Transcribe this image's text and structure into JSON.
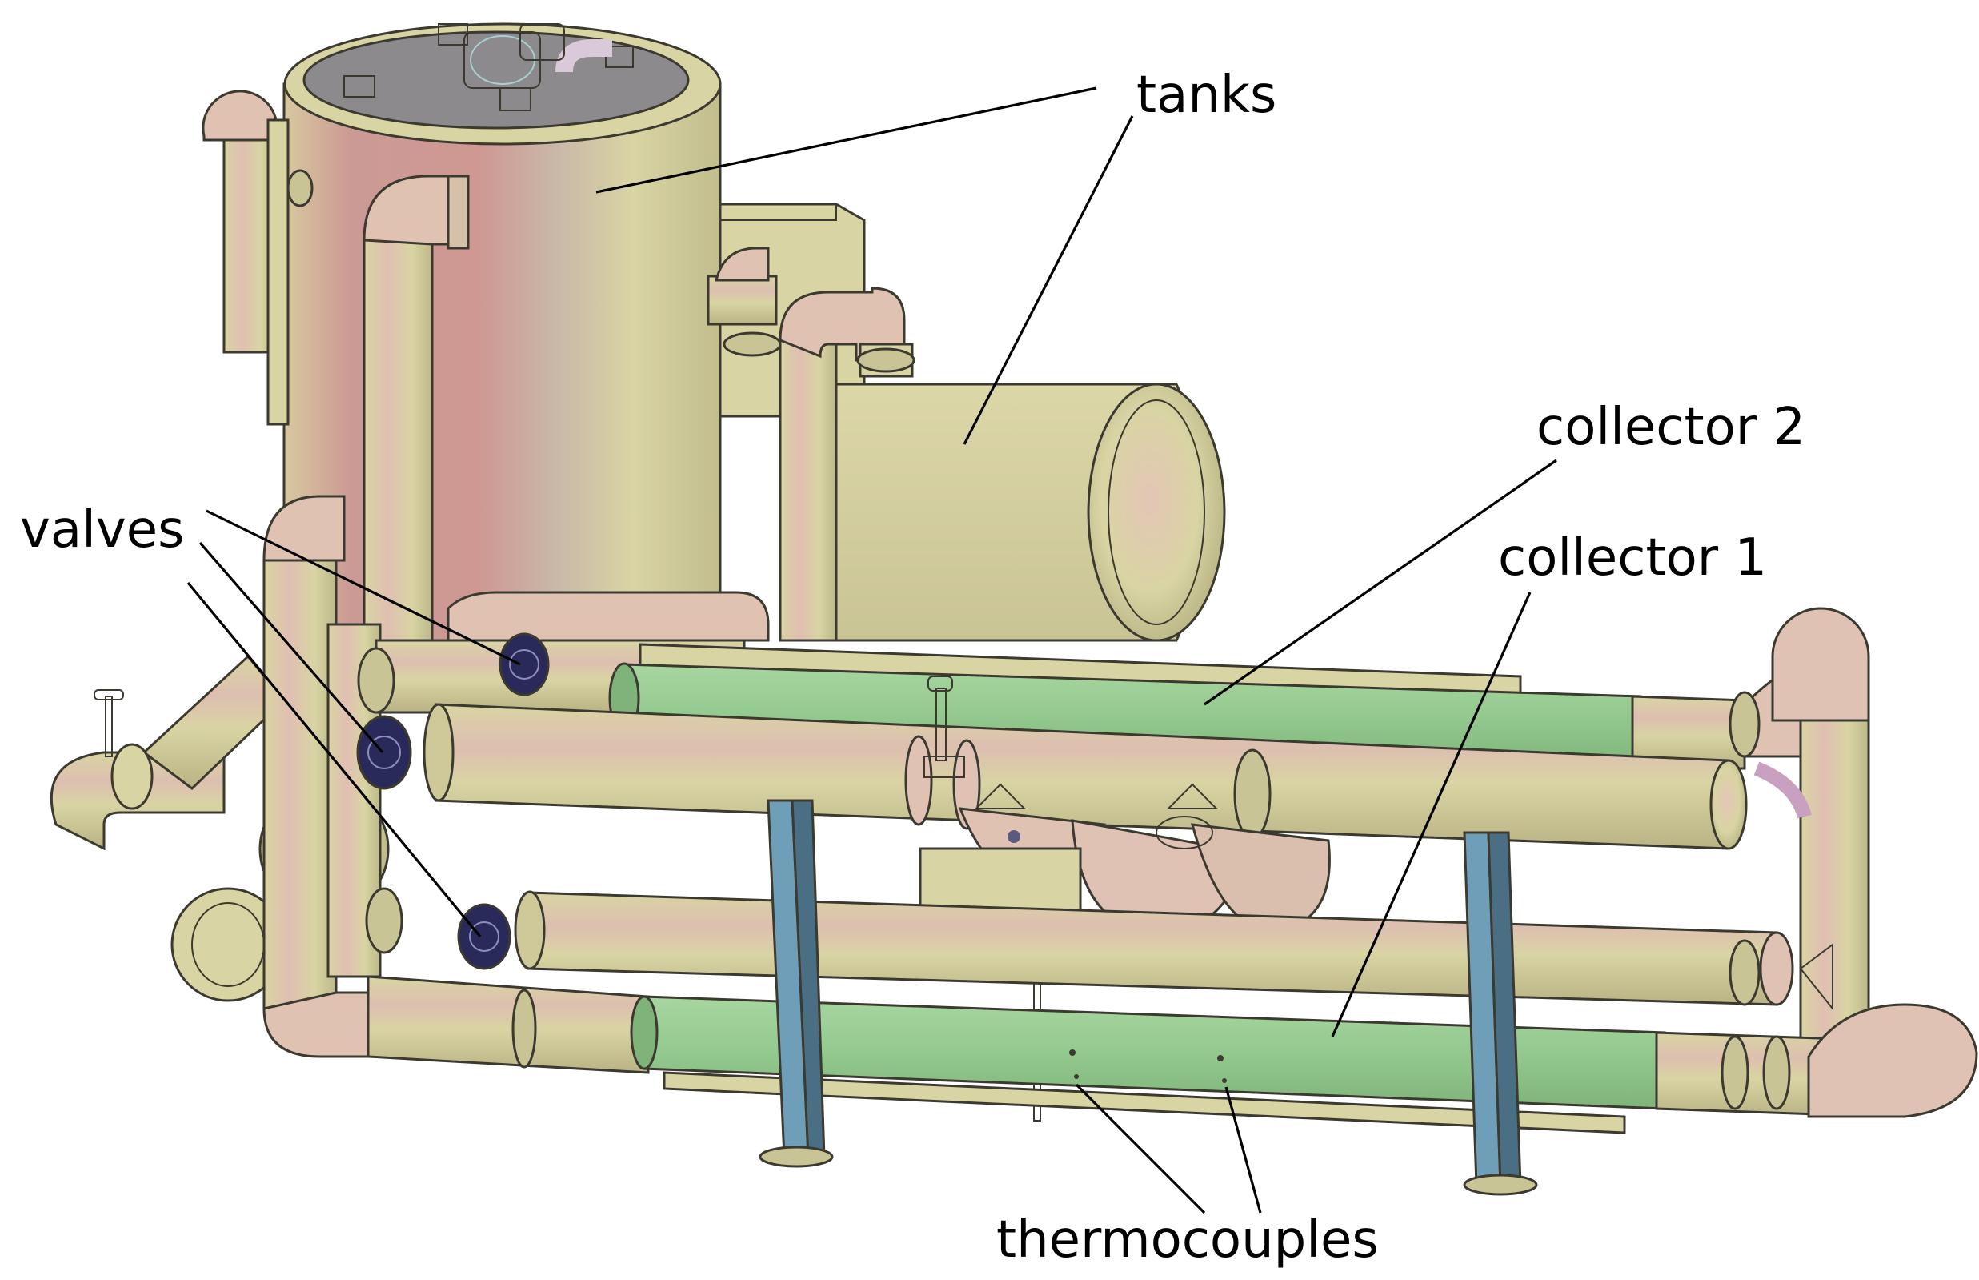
{
  "labels": {
    "tanks": "tanks",
    "collector_2": "collector 2",
    "collector_1": "collector 1",
    "valves": "valves",
    "thermocouples": "thermocouples"
  },
  "colors": {
    "background": "#ffffff",
    "structure": "#d9d4a3",
    "structure_shadow": "#bdb98a",
    "tank_pink": "#cc9a94",
    "pipe_pink": "#e2bfb0",
    "collector_green": "#9ccd96",
    "support_blue": "#6f9fb8",
    "valve_dark": "#2a2a5a",
    "lid_gray": "#8d8a8d",
    "motor_teal": "#2f5f5f"
  }
}
